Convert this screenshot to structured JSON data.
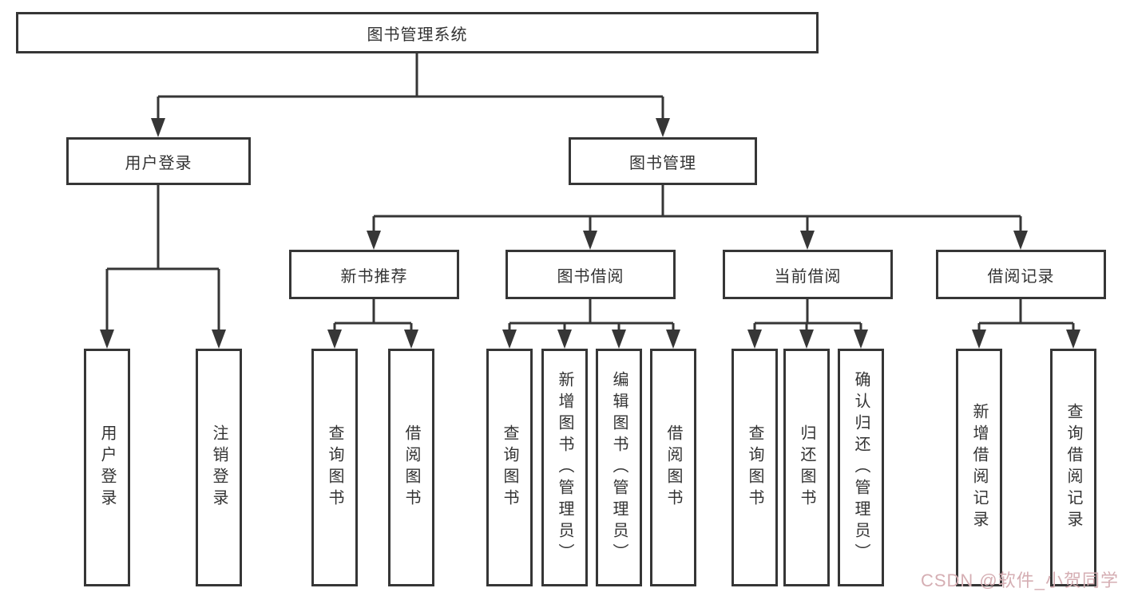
{
  "tree": {
    "label": "图书管理系统",
    "children": [
      {
        "label": "用户登录",
        "children": [
          {
            "label": "用户登录"
          },
          {
            "label": "注销登录"
          }
        ]
      },
      {
        "label": "图书管理",
        "children": [
          {
            "label": "新书推荐",
            "children": [
              {
                "label": "查询图书"
              },
              {
                "label": "借阅图书"
              }
            ]
          },
          {
            "label": "图书借阅",
            "children": [
              {
                "label": "查询图书"
              },
              {
                "label": "新增图书（管理员）"
              },
              {
                "label": "编辑图书（管理员）"
              },
              {
                "label": "借阅图书"
              }
            ]
          },
          {
            "label": "当前借阅",
            "children": [
              {
                "label": "查询图书"
              },
              {
                "label": "归还图书"
              },
              {
                "label": "确认归还（管理员）"
              }
            ]
          },
          {
            "label": "借阅记录",
            "children": [
              {
                "label": "新增借阅记录"
              },
              {
                "label": "查询借阅记录"
              }
            ]
          }
        ]
      }
    ]
  },
  "watermark": {
    "text": "CSDN @软件_小贺同学",
    "color": "#d5aeb3"
  },
  "colors": {
    "line": "#363636",
    "border": "#363636",
    "text": "#333333",
    "background": "#ffffff"
  }
}
